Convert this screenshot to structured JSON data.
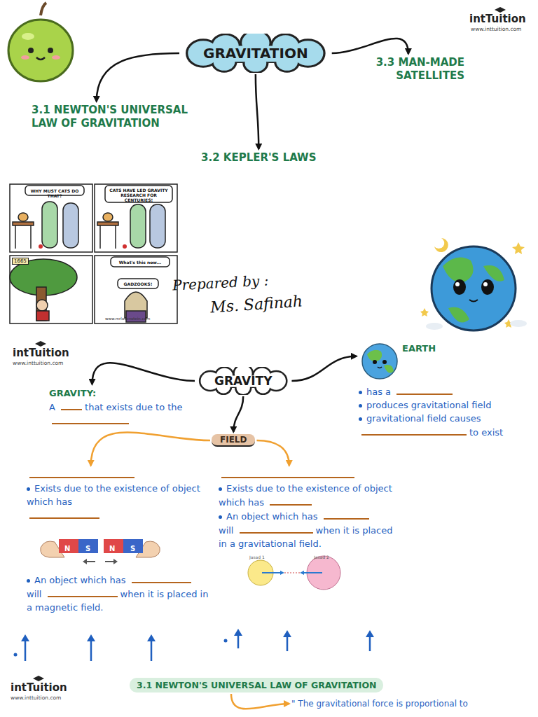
{
  "diagram": {
    "nodes": [
      {
        "text": [
          "GRAVITATION"
        ]
      },
      {
        "text": [
          "3.1 NEWTON'S UNIVERSAL LAW OF GRAVITATION"
        ]
      },
      {
        "text": [
          "3.2 KEPLER'S LAWS"
        ]
      },
      {
        "text": [
          "3.3 MAN-MADE SATELLITES"
        ]
      },
      {
        "text": [
          "GRAVITY"
        ]
      },
      {
        "text": [
          "GRAVITY:",
          "A",
          "that exists due to the"
        ]
      },
      {
        "text": [
          "EARTH",
          "has a",
          "produces gravitational field",
          "gravitational field causes",
          "to exist"
        ]
      },
      {
        "text": [
          "FIELD"
        ]
      },
      {
        "text": [
          "Exists due to the existence of object which has",
          "An object which has",
          "will",
          "when it is placed in a magnetic field."
        ]
      },
      {
        "text": [
          "Exists due to the existence of object which has",
          "An object which has",
          "will",
          "when it is placed in a gravitational field."
        ]
      },
      {
        "text": [
          "3.1 NEWTON'S UNIVERSAL LAW OF GRAVITATION"
        ]
      },
      {
        "text": [
          "\" The gravitational force is proportional to"
        ]
      }
    ],
    "edges": [
      {
        "from": 0,
        "to": 1,
        "arrow": "to"
      },
      {
        "from": 0,
        "to": 2,
        "arrow": "to"
      },
      {
        "from": 0,
        "to": 3,
        "arrow": "to"
      },
      {
        "from": 4,
        "to": 5,
        "arrow": "to"
      },
      {
        "from": 4,
        "to": 6,
        "arrow": "to"
      },
      {
        "from": 4,
        "to": 7,
        "arrow": "to"
      },
      {
        "from": 7,
        "to": 8,
        "arrow": "to"
      },
      {
        "from": 7,
        "to": 9,
        "arrow": "to"
      },
      {
        "from": 10,
        "to": 11,
        "arrow": "to"
      }
    ],
    "labels": [
      "intTuition",
      "www.inttuition.com",
      "WHY MUST CATS DO THAT?",
      "CATS HAVE LED GRAVITY RESEARCH FOR CENTURIES!",
      "1665",
      "What's this now...",
      "GADZOOKS!",
      "www.mrlovenstein.com",
      "Prepared by :",
      "Ms. Safinah",
      "intTuition",
      "www.inttuition.com",
      "N",
      "S",
      "N",
      "S",
      "Jasad 1",
      "Jasad 2",
      "intTuition",
      "www.inttuition.com"
    ]
  }
}
